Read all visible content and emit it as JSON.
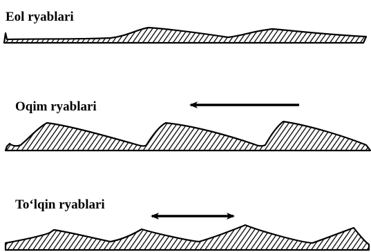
{
  "diagram": {
    "panels": [
      {
        "label": "Eol ryablari",
        "arrow": "none"
      },
      {
        "label": "Oqim ryablari",
        "arrow": "left"
      },
      {
        "label": "To‘lqin ryablari",
        "arrow": "both"
      }
    ]
  },
  "colors": {
    "ink": "#000000",
    "background": "#ffffff"
  }
}
